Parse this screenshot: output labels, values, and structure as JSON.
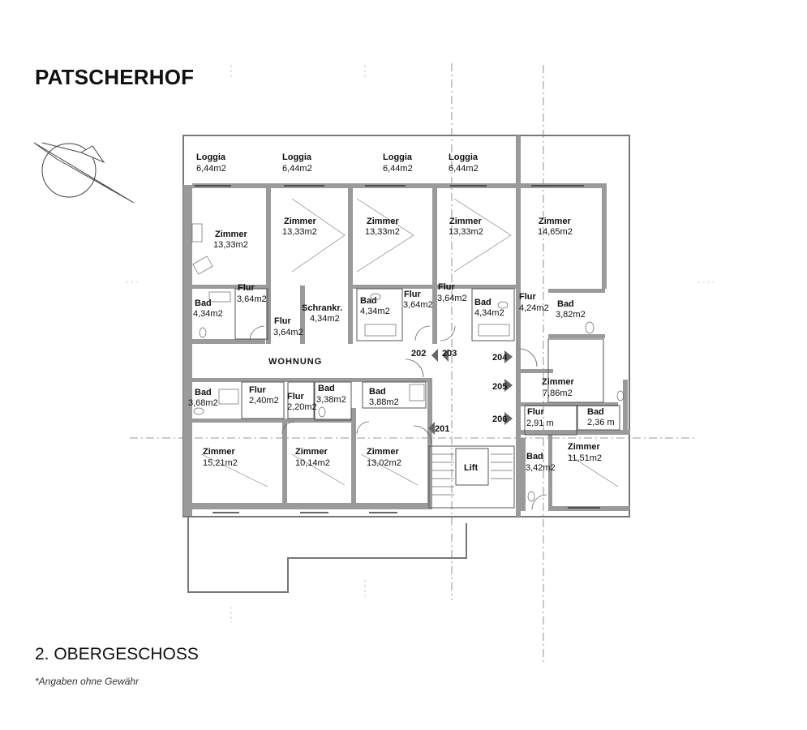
{
  "header": {
    "title": "PATSCHERHOF"
  },
  "footer": {
    "floor": "2. OBERGESCHOSS",
    "note": "*Angaben ohne Gewähr"
  },
  "main_label": "WOHNUNG",
  "rooms": [
    {
      "id": "r1",
      "name": "Loggia",
      "area": "6,44m2"
    },
    {
      "id": "r2",
      "name": "Loggia",
      "area": "6,44m2"
    },
    {
      "id": "r3",
      "name": "Loggia",
      "area": "6,44m2"
    },
    {
      "id": "r4",
      "name": "Loggia",
      "area": "6,44m2"
    },
    {
      "id": "r5",
      "name": "Zimmer",
      "area": "13,33m2"
    },
    {
      "id": "r6",
      "name": "Zimmer",
      "area": "13,33m2"
    },
    {
      "id": "r7",
      "name": "Zimmer",
      "area": "13,33m2"
    },
    {
      "id": "r8",
      "name": "Zimmer",
      "area": "13,33m2"
    },
    {
      "id": "r9",
      "name": "Zimmer",
      "area": "14,65m2"
    },
    {
      "id": "r10",
      "name": "Bad",
      "area": "4,34m2"
    },
    {
      "id": "r11",
      "name": "Flur",
      "area": "3,64m2"
    },
    {
      "id": "r12",
      "name": "Flur",
      "area": "3,64m2"
    },
    {
      "id": "r13",
      "name": "Schrankr.",
      "area": "4,34m2"
    },
    {
      "id": "r14",
      "name": "Bad",
      "area": "4,34m2"
    },
    {
      "id": "r15",
      "name": "Flur",
      "area": "3,64m2"
    },
    {
      "id": "r16",
      "name": "Flur",
      "area": "3,64m2"
    },
    {
      "id": "r17",
      "name": "Bad",
      "area": "4,34m2"
    },
    {
      "id": "r18",
      "name": "Flur",
      "area": "4,24m2"
    },
    {
      "id": "r19",
      "name": "Bad",
      "area": "3,82m2"
    },
    {
      "id": "r20",
      "name": "Bad",
      "area": "3,68m2"
    },
    {
      "id": "r21",
      "name": "Flur",
      "area": "2,40m2"
    },
    {
      "id": "r22",
      "name": "Flur",
      "area": "2,20m2"
    },
    {
      "id": "r23",
      "name": "Bad",
      "area": "3,38m2"
    },
    {
      "id": "r24",
      "name": "Bad",
      "area": "3,88m2"
    },
    {
      "id": "r25",
      "name": "Zimmer",
      "area": "7,86m2"
    },
    {
      "id": "r26",
      "name": "Flur",
      "area": "2,91 m"
    },
    {
      "id": "r27",
      "name": "Bad",
      "area": "2,36 m"
    },
    {
      "id": "r28",
      "name": "Zimmer",
      "area": "15,21m2"
    },
    {
      "id": "r29",
      "name": "Zimmer",
      "area": "10,14m2"
    },
    {
      "id": "r30",
      "name": "Zimmer",
      "area": "13,02m2"
    },
    {
      "id": "r31",
      "name": "Bad",
      "area": "3,42m2"
    },
    {
      "id": "r32",
      "name": "Zimmer",
      "area": "11,51m2"
    }
  ],
  "lift_label": "Lift",
  "door_numbers": [
    "202",
    "203",
    "204",
    "205",
    "206",
    "201"
  ]
}
